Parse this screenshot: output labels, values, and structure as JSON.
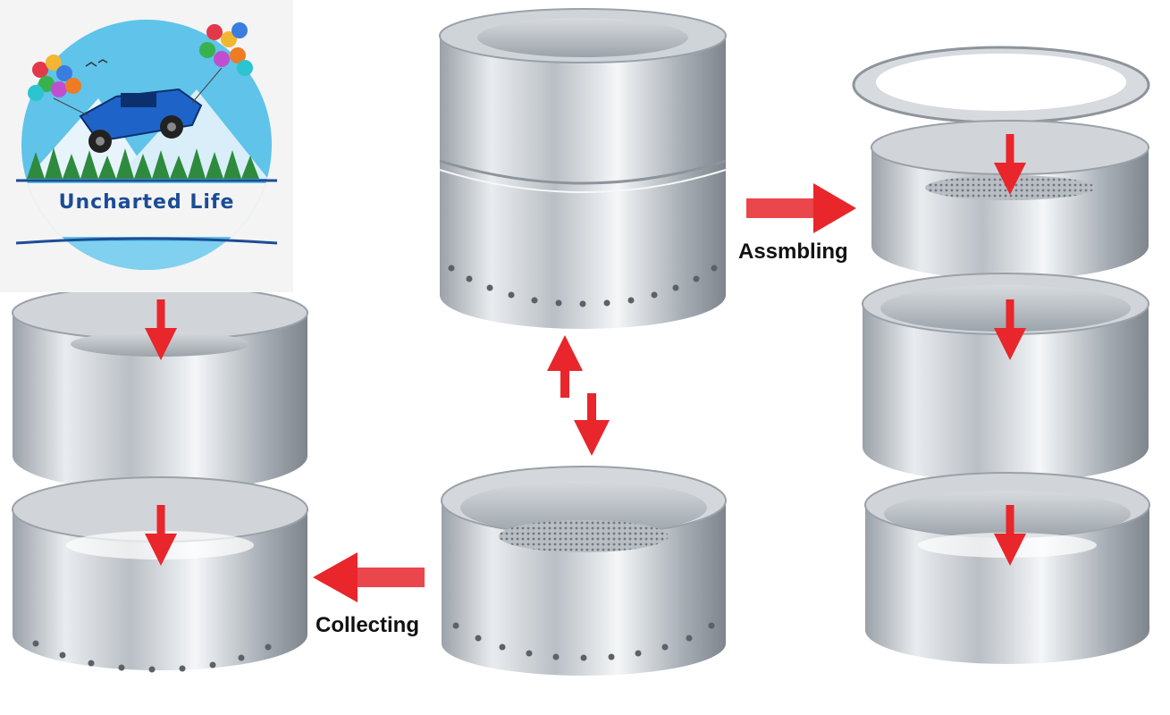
{
  "logo": {
    "brand_name": "Uncharted Life",
    "colors": {
      "sky": "#5fc3ea",
      "truck": "#1e63c8",
      "trees": "#2e8b3e",
      "line": "#1c4c96"
    },
    "icon": "jeep-with-balloons-logo"
  },
  "labels": {
    "assembling": "Assmbling",
    "collecting": "Collecting"
  },
  "colors": {
    "arrow": "#e8262b",
    "steel_light": "#f1f3f5",
    "steel_dark": "#8d949b"
  }
}
